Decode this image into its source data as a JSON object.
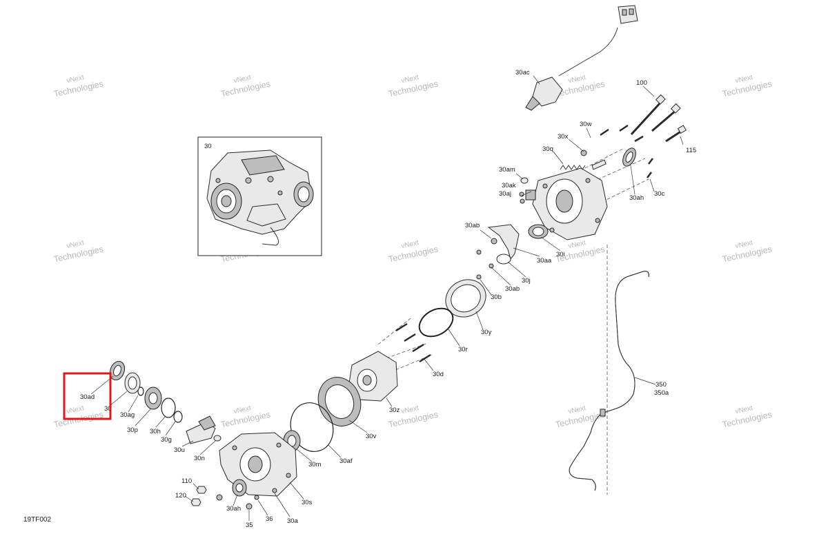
{
  "figure_code": "19TF002",
  "inset_label": "30",
  "watermark": {
    "line1": "vNext",
    "line2": "Technologies",
    "line_combined": "vNext Technologies"
  },
  "callouts": {
    "c30ac": "30ac",
    "c100": "100",
    "c30w": "30w",
    "c30x": "30x",
    "c30q": "30q",
    "c115": "115",
    "c30am": "30am",
    "c30ak": "30ak",
    "c30aj": "30aj",
    "c30ah_top": "30ah",
    "c30c": "30c",
    "c30ab_top": "30ab",
    "c30aa": "30aa",
    "c30i": "30i",
    "c30j": "30j",
    "c30ab_mid": "30ab",
    "c30b": "30b",
    "c30y": "30y",
    "c30r": "30r",
    "c30d": "30d",
    "c30z": "30z",
    "c30v": "30v",
    "c30af": "30af",
    "c30m": "30m",
    "c30s": "30s",
    "c30a": "30a",
    "c36": "36",
    "c35": "35",
    "c30ah_bot": "30ah",
    "c110": "110",
    "c120": "120",
    "c30n": "30n",
    "c30u": "30u",
    "c30g": "30g",
    "c30h": "30h",
    "c30p": "30p",
    "c30ag": "30ag",
    "c30_partial": "30",
    "c30ad": "30ad",
    "c350": "350",
    "c350a": "350a"
  },
  "highlight_color": "#e0161b"
}
